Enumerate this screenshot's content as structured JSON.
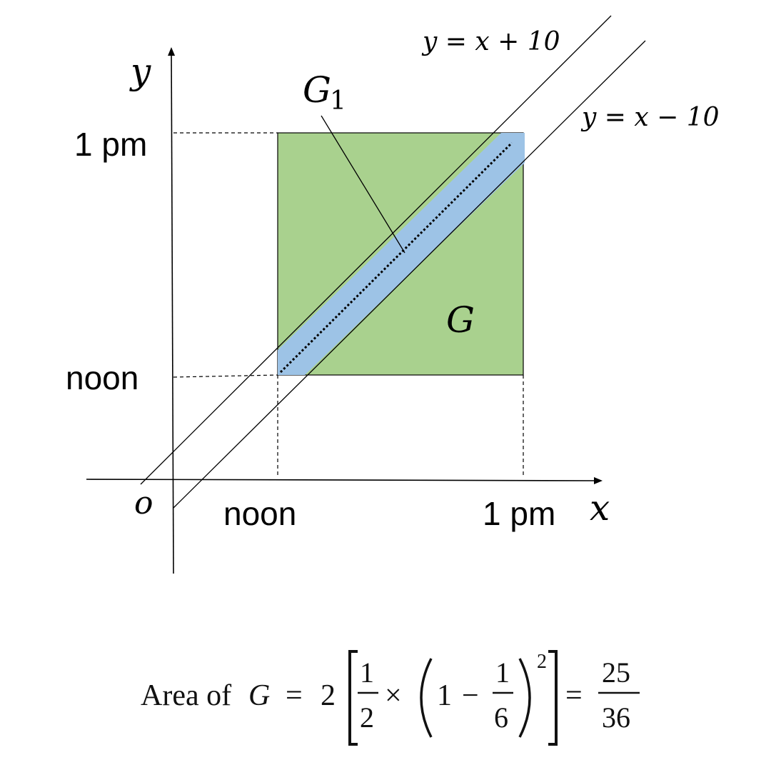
{
  "labels": {
    "y_axis": "y",
    "x_axis": "x",
    "origin": "o",
    "y_top": "1 pm",
    "y_bottom": "noon",
    "x_left": "noon",
    "x_right": "1 pm",
    "line_upper": "y = x + 10",
    "line_lower": "y = x − 10",
    "region_small": "G",
    "region_small_sub": "1",
    "region_big": "G"
  },
  "formula": {
    "prefix": "Area of ",
    "var": "G",
    "eq1": "=",
    "coef": "2",
    "frac1_num": "1",
    "frac1_den": "2",
    "times": "×",
    "one": "1",
    "minus": "−",
    "frac2_num": "1",
    "frac2_den": "6",
    "exponent": "2",
    "eq2": "=",
    "result_num": "25",
    "result_den": "36"
  },
  "colors": {
    "square_fill": "#a9d18e",
    "band_fill": "#9dc3e6",
    "line": "#000000"
  }
}
